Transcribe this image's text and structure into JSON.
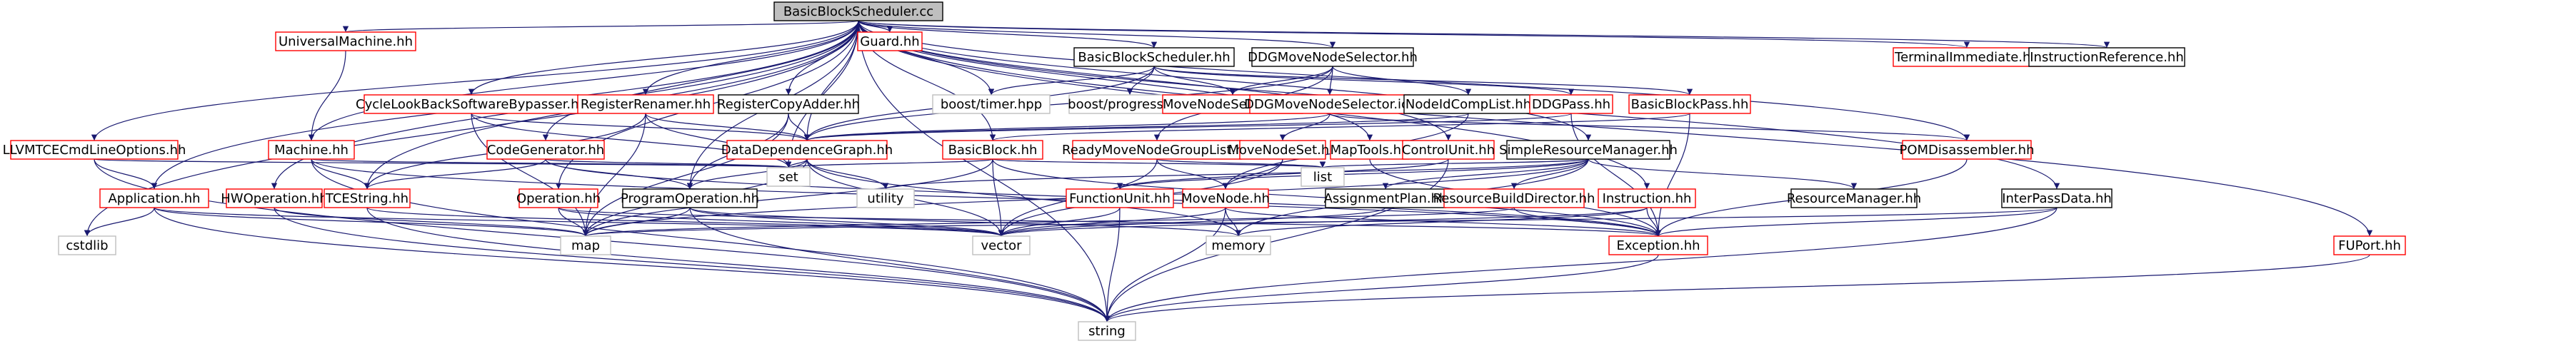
{
  "graph": {
    "root": "BasicBlockScheduler.cc",
    "nodes": [
      {
        "id": "root",
        "label": "BasicBlockScheduler.cc",
        "kind": "root"
      },
      {
        "id": "guard",
        "label": "Guard.hh",
        "kind": "doc"
      },
      {
        "id": "universal_machine",
        "label": "UniversalMachine.hh",
        "kind": "doc"
      },
      {
        "id": "bbsched_hh",
        "label": "BasicBlockScheduler.hh",
        "kind": "plain"
      },
      {
        "id": "ddgmns_hh",
        "label": "DDGMoveNodeSelector.hh",
        "kind": "plain"
      },
      {
        "id": "terminal_imm",
        "label": "TerminalImmediate.hh",
        "kind": "doc"
      },
      {
        "id": "instr_ref",
        "label": "InstructionReference.hh",
        "kind": "plain"
      },
      {
        "id": "cyclelookback",
        "label": "CycleLookBackSoftwareBypasser.hh",
        "kind": "doc"
      },
      {
        "id": "reg_renamer",
        "label": "RegisterRenamer.hh",
        "kind": "doc"
      },
      {
        "id": "reg_copy_adder",
        "label": "RegisterCopyAdder.hh",
        "kind": "plain"
      },
      {
        "id": "boost_timer",
        "label": "boost/timer.hpp",
        "kind": "ext"
      },
      {
        "id": "boost_progress",
        "label": "boost/progress.hpp",
        "kind": "ext"
      },
      {
        "id": "mns_hh",
        "label": "MoveNodeSelector.hh",
        "kind": "doc"
      },
      {
        "id": "ddgmns_icc",
        "label": "DDGMoveNodeSelector.icc",
        "kind": "doc"
      },
      {
        "id": "nodecomplist",
        "label": "NodeIdCompList.hh",
        "kind": "plain"
      },
      {
        "id": "ddgpass",
        "label": "DDGPass.hh",
        "kind": "doc"
      },
      {
        "id": "bbpass",
        "label": "BasicBlockPass.hh",
        "kind": "doc"
      },
      {
        "id": "llvmtce",
        "label": "LLVMTCECmdLineOptions.hh",
        "kind": "doc"
      },
      {
        "id": "machine",
        "label": "Machine.hh",
        "kind": "doc"
      },
      {
        "id": "codegen",
        "label": "CodeGenerator.hh",
        "kind": "doc"
      },
      {
        "id": "ddg",
        "label": "DataDependenceGraph.hh",
        "kind": "doc"
      },
      {
        "id": "basicblock",
        "label": "BasicBlock.hh",
        "kind": "doc"
      },
      {
        "id": "readymove",
        "label": "ReadyMoveNodeGroupList.hh",
        "kind": "doc"
      },
      {
        "id": "movenodeset",
        "label": "MoveNodeSet.hh",
        "kind": "doc"
      },
      {
        "id": "maptools",
        "label": "MapTools.hh",
        "kind": "doc"
      },
      {
        "id": "controlunit",
        "label": "ControlUnit.hh",
        "kind": "doc"
      },
      {
        "id": "simpleres",
        "label": "SimpleResourceManager.hh",
        "kind": "plain"
      },
      {
        "id": "pomdis",
        "label": "POMDisassembler.hh",
        "kind": "doc"
      },
      {
        "id": "application",
        "label": "Application.hh",
        "kind": "doc"
      },
      {
        "id": "hwoperation",
        "label": "HWOperation.hh",
        "kind": "doc"
      },
      {
        "id": "tcestring",
        "label": "TCEString.hh",
        "kind": "doc"
      },
      {
        "id": "operation",
        "label": "Operation.hh",
        "kind": "doc"
      },
      {
        "id": "progop",
        "label": "ProgramOperation.hh",
        "kind": "plain"
      },
      {
        "id": "set",
        "label": "set",
        "kind": "ext"
      },
      {
        "id": "utility",
        "label": "utility",
        "kind": "ext"
      },
      {
        "id": "functionunit",
        "label": "FunctionUnit.hh",
        "kind": "doc"
      },
      {
        "id": "movenode",
        "label": "MoveNode.hh",
        "kind": "doc"
      },
      {
        "id": "list",
        "label": "list",
        "kind": "ext"
      },
      {
        "id": "assignplan",
        "label": "AssignmentPlan.hh",
        "kind": "plain"
      },
      {
        "id": "resbuild",
        "label": "ResourceBuildDirector.hh",
        "kind": "doc"
      },
      {
        "id": "resmanager",
        "label": "ResourceManager.hh",
        "kind": "plain"
      },
      {
        "id": "instruction",
        "label": "Instruction.hh",
        "kind": "doc"
      },
      {
        "id": "interpass",
        "label": "InterPassData.hh",
        "kind": "plain"
      },
      {
        "id": "cstdlib",
        "label": "cstdlib",
        "kind": "ext"
      },
      {
        "id": "map",
        "label": "map",
        "kind": "ext"
      },
      {
        "id": "vector",
        "label": "vector",
        "kind": "ext"
      },
      {
        "id": "memory",
        "label": "memory",
        "kind": "ext"
      },
      {
        "id": "exception",
        "label": "Exception.hh",
        "kind": "doc"
      },
      {
        "id": "fuport",
        "label": "FUPort.hh",
        "kind": "doc"
      },
      {
        "id": "string",
        "label": "string",
        "kind": "ext"
      }
    ],
    "edges": [
      [
        "root",
        "guard"
      ],
      [
        "root",
        "universal_machine"
      ],
      [
        "root",
        "bbsched_hh"
      ],
      [
        "root",
        "ddgmns_hh"
      ],
      [
        "root",
        "terminal_imm"
      ],
      [
        "root",
        "instr_ref"
      ],
      [
        "root",
        "cyclelookback"
      ],
      [
        "root",
        "reg_renamer"
      ],
      [
        "root",
        "reg_copy_adder"
      ],
      [
        "root",
        "boost_timer"
      ],
      [
        "root",
        "llvmtce"
      ],
      [
        "root",
        "machine"
      ],
      [
        "root",
        "codegen"
      ],
      [
        "root",
        "ddg"
      ],
      [
        "root",
        "basicblock"
      ],
      [
        "root",
        "simpleres"
      ],
      [
        "root",
        "pomdis"
      ],
      [
        "root",
        "application"
      ],
      [
        "root",
        "hwoperation"
      ],
      [
        "root",
        "tcestring"
      ],
      [
        "root",
        "operation"
      ],
      [
        "root",
        "progop"
      ],
      [
        "root",
        "set"
      ],
      [
        "root",
        "instruction"
      ],
      [
        "root",
        "interpass"
      ],
      [
        "root",
        "cstdlib"
      ],
      [
        "root",
        "fuport"
      ],
      [
        "root",
        "string"
      ],
      [
        "root",
        "controlunit"
      ],
      [
        "root",
        "maptools"
      ],
      [
        "universal_machine",
        "machine"
      ],
      [
        "bbsched_hh",
        "boost_timer"
      ],
      [
        "bbsched_hh",
        "boost_progress"
      ],
      [
        "bbsched_hh",
        "mns_hh"
      ],
      [
        "bbsched_hh",
        "ddgpass"
      ],
      [
        "bbsched_hh",
        "bbpass"
      ],
      [
        "bbsched_hh",
        "ddg"
      ],
      [
        "ddgmns_hh",
        "mns_hh"
      ],
      [
        "ddgmns_hh",
        "ddgmns_icc"
      ],
      [
        "ddgmns_hh",
        "nodecomplist"
      ],
      [
        "ddgmns_hh",
        "readymove"
      ],
      [
        "ddgmns_hh",
        "ddg"
      ],
      [
        "ddgmns_icc",
        "ddg"
      ],
      [
        "ddgmns_icc",
        "movenodeset"
      ],
      [
        "ddgmns_icc",
        "pomdis"
      ],
      [
        "nodecomplist",
        "ddg"
      ],
      [
        "nodecomplist",
        "movenode"
      ],
      [
        "ddgpass",
        "ddg"
      ],
      [
        "ddgpass",
        "exception"
      ],
      [
        "bbpass",
        "basicblock"
      ],
      [
        "bbpass",
        "exception"
      ],
      [
        "cyclelookback",
        "ddg"
      ],
      [
        "cyclelookback",
        "set"
      ],
      [
        "cyclelookback",
        "map"
      ],
      [
        "reg_renamer",
        "ddg"
      ],
      [
        "reg_renamer",
        "set"
      ],
      [
        "reg_renamer",
        "tcestring"
      ],
      [
        "reg_renamer",
        "map"
      ],
      [
        "reg_copy_adder",
        "ddg"
      ],
      [
        "reg_copy_adder",
        "map"
      ],
      [
        "reg_copy_adder",
        "progop"
      ],
      [
        "llvmtce",
        "application"
      ],
      [
        "llvmtce",
        "string"
      ],
      [
        "llvmtce",
        "set"
      ],
      [
        "machine",
        "tcestring"
      ],
      [
        "machine",
        "set"
      ],
      [
        "machine",
        "exception"
      ],
      [
        "machine",
        "string"
      ],
      [
        "codegen",
        "tcestring"
      ],
      [
        "codegen",
        "progop"
      ],
      [
        "codegen",
        "set"
      ],
      [
        "codegen",
        "exception"
      ],
      [
        "ddg",
        "progop"
      ],
      [
        "ddg",
        "set"
      ],
      [
        "ddg",
        "map"
      ],
      [
        "ddg",
        "utility"
      ],
      [
        "ddg",
        "vector"
      ],
      [
        "ddg",
        "memory"
      ],
      [
        "basicblock",
        "set"
      ],
      [
        "basicblock",
        "vector"
      ],
      [
        "basicblock",
        "list"
      ],
      [
        "basicblock",
        "exception"
      ],
      [
        "basicblock",
        "map"
      ],
      [
        "readymove",
        "movenode"
      ],
      [
        "readymove",
        "vector"
      ],
      [
        "readymove",
        "list"
      ],
      [
        "movenodeset",
        "movenode"
      ],
      [
        "movenodeset",
        "vector"
      ],
      [
        "maptools",
        "exception"
      ],
      [
        "controlunit",
        "functionunit"
      ],
      [
        "controlunit",
        "string"
      ],
      [
        "simpleres",
        "resmanager"
      ],
      [
        "simpleres",
        "assignplan"
      ],
      [
        "simpleres",
        "resbuild"
      ],
      [
        "simpleres",
        "functionunit"
      ],
      [
        "simpleres",
        "map"
      ],
      [
        "simpleres",
        "utility"
      ],
      [
        "simpleres",
        "list"
      ],
      [
        "simpleres",
        "memory"
      ],
      [
        "pomdis",
        "exception"
      ],
      [
        "application",
        "map"
      ],
      [
        "application",
        "vector"
      ],
      [
        "application",
        "string"
      ],
      [
        "application",
        "cstdlib"
      ],
      [
        "hwoperation",
        "map"
      ],
      [
        "hwoperation",
        "string"
      ],
      [
        "tcestring",
        "vector"
      ],
      [
        "tcestring",
        "string"
      ],
      [
        "operation",
        "map"
      ],
      [
        "operation",
        "vector"
      ],
      [
        "operation",
        "exception"
      ],
      [
        "progop",
        "map"
      ],
      [
        "progop",
        "vector"
      ],
      [
        "progop",
        "string"
      ],
      [
        "progop",
        "memory"
      ],
      [
        "functionunit",
        "vector"
      ],
      [
        "functionunit",
        "string"
      ],
      [
        "movenode",
        "vector"
      ],
      [
        "movenode",
        "memory"
      ],
      [
        "movenode",
        "string"
      ],
      [
        "movenode",
        "exception"
      ],
      [
        "assignplan",
        "vector"
      ],
      [
        "resbuild",
        "map"
      ],
      [
        "resbuild",
        "exception"
      ],
      [
        "instruction",
        "vector"
      ],
      [
        "instruction",
        "memory"
      ],
      [
        "instruction",
        "exception"
      ],
      [
        "interpass",
        "map"
      ],
      [
        "interpass",
        "string"
      ],
      [
        "interpass",
        "exception"
      ],
      [
        "exception",
        "string"
      ],
      [
        "fuport",
        "string"
      ]
    ]
  },
  "colors": {
    "root_fill": "#bfbfbf",
    "border_plain": "#000000",
    "border_doc": "#ff0000",
    "border_ext": "#bfbfbf",
    "edge": "#191970",
    "text": "#000000"
  }
}
